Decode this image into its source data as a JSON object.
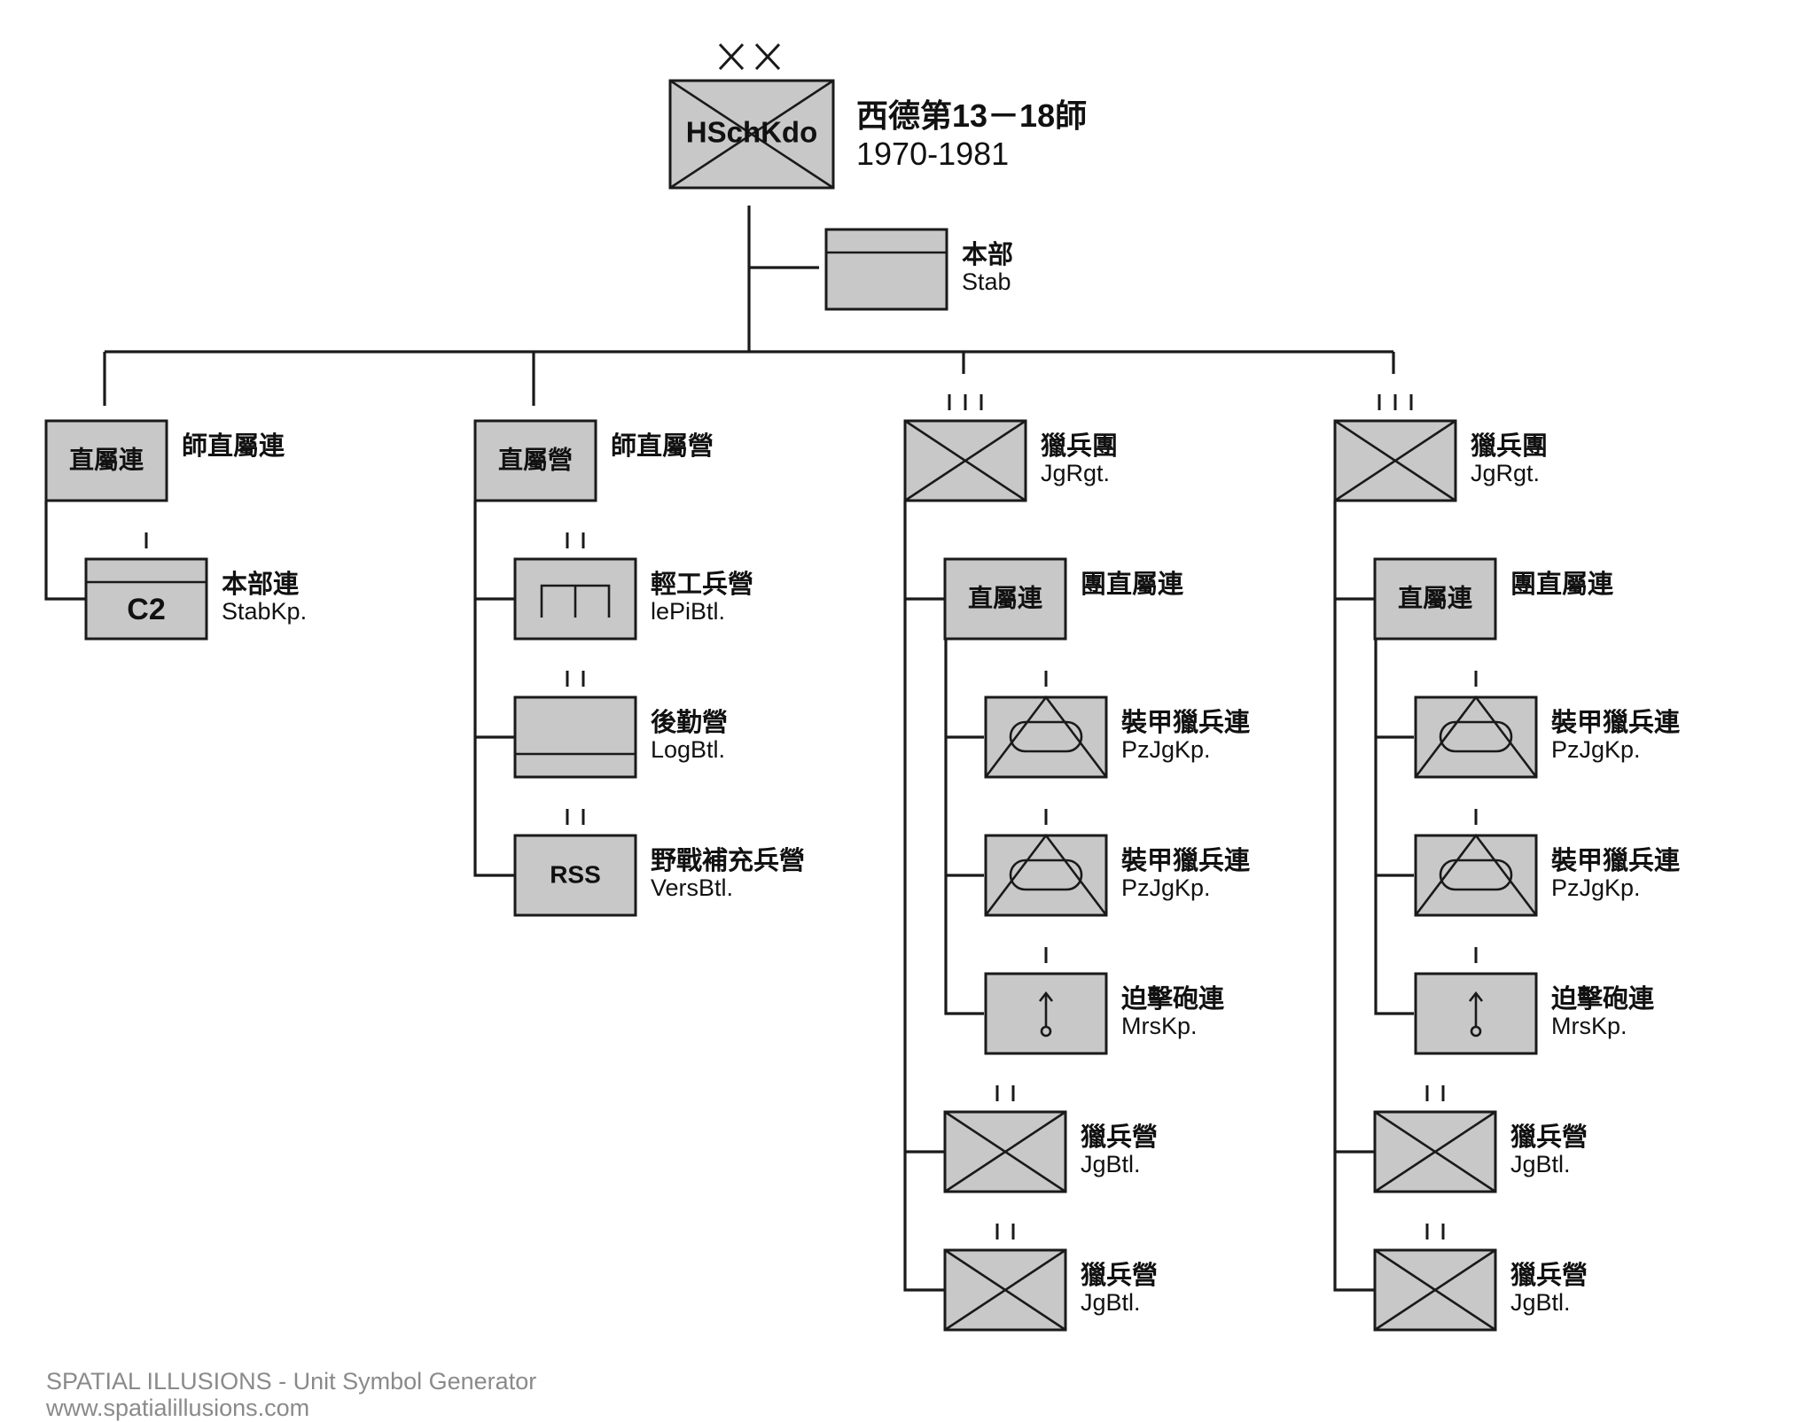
{
  "title": {
    "name": "西德第13－18師",
    "years": "1970-1981",
    "symbol_text": "HSchKdo",
    "echelon": "XX"
  },
  "units": [
    {
      "id": "stab",
      "name": "本部",
      "abbr": "Stab",
      "symbol": "headquarters-band"
    },
    {
      "id": "div-hq-co",
      "name": "師直屬連",
      "abbr": "",
      "symbol": "text",
      "text": "直屬連"
    },
    {
      "id": "div-hq-btl",
      "name": "師直屬營",
      "abbr": "",
      "symbol": "text",
      "text": "直屬營"
    },
    {
      "id": "regt-a",
      "name": "獵兵團",
      "abbr": "JgRgt.",
      "symbol": "infantry-cross",
      "echelon": "III"
    },
    {
      "id": "regt-b",
      "name": "獵兵團",
      "abbr": "JgRgt.",
      "symbol": "infantry-cross",
      "echelon": "III"
    },
    {
      "id": "stabkp",
      "name": "本部連",
      "abbr": "StabKp.",
      "symbol": "headquarters-band",
      "text": "C2",
      "echelon": "I"
    },
    {
      "id": "lepibtl",
      "name": "輕工兵營",
      "abbr": "lePiBtl.",
      "symbol": "engineer-icon",
      "echelon": "II"
    },
    {
      "id": "logbtl",
      "name": "後勤營",
      "abbr": "LogBtl.",
      "symbol": "logistics-band",
      "echelon": "II"
    },
    {
      "id": "versbtl",
      "name": "野戰補充兵營",
      "abbr": "VersBtl.",
      "symbol": "text",
      "text": "RSS",
      "echelon": "II"
    },
    {
      "id": "regt-hq-co-a",
      "name": "團直屬連",
      "abbr": "",
      "symbol": "text",
      "text": "直屬連"
    },
    {
      "id": "pzjgkp-a1",
      "name": "裝甲獵兵連",
      "abbr": "PzJgKp.",
      "symbol": "antitank-armor",
      "echelon": "I"
    },
    {
      "id": "pzjgkp-a2",
      "name": "裝甲獵兵連",
      "abbr": "PzJgKp.",
      "symbol": "antitank-armor",
      "echelon": "I"
    },
    {
      "id": "mrskp-a",
      "name": "迫擊砲連",
      "abbr": "MrsKp.",
      "symbol": "mortar-icon",
      "echelon": "I"
    },
    {
      "id": "jgbtl-a1",
      "name": "獵兵營",
      "abbr": "JgBtl.",
      "symbol": "infantry-cross",
      "echelon": "II"
    },
    {
      "id": "jgbtl-a2",
      "name": "獵兵營",
      "abbr": "JgBtl.",
      "symbol": "infantry-cross",
      "echelon": "II"
    },
    {
      "id": "regt-hq-co-b",
      "name": "團直屬連",
      "abbr": "",
      "symbol": "text",
      "text": "直屬連"
    },
    {
      "id": "pzjgkp-b1",
      "name": "裝甲獵兵連",
      "abbr": "PzJgKp.",
      "symbol": "antitank-armor",
      "echelon": "I"
    },
    {
      "id": "pzjgkp-b2",
      "name": "裝甲獵兵連",
      "abbr": "PzJgKp.",
      "symbol": "antitank-armor",
      "echelon": "I"
    },
    {
      "id": "mrskp-b",
      "name": "迫擊砲連",
      "abbr": "MrsKp.",
      "symbol": "mortar-icon",
      "echelon": "I"
    },
    {
      "id": "jgbtl-b1",
      "name": "獵兵營",
      "abbr": "JgBtl.",
      "symbol": "infantry-cross",
      "echelon": "II"
    },
    {
      "id": "jgbtl-b2",
      "name": "獵兵營",
      "abbr": "JgBtl.",
      "symbol": "infantry-cross",
      "echelon": "II"
    }
  ],
  "footer": {
    "line1": "SPATIAL ILLUSIONS - Unit Symbol Generator",
    "line2": "www.spatialillusions.com"
  },
  "colors": {
    "symbol_fill": "#c8c8c8",
    "stroke": "#1a1a1a",
    "footer_text": "#8a8a8a"
  }
}
